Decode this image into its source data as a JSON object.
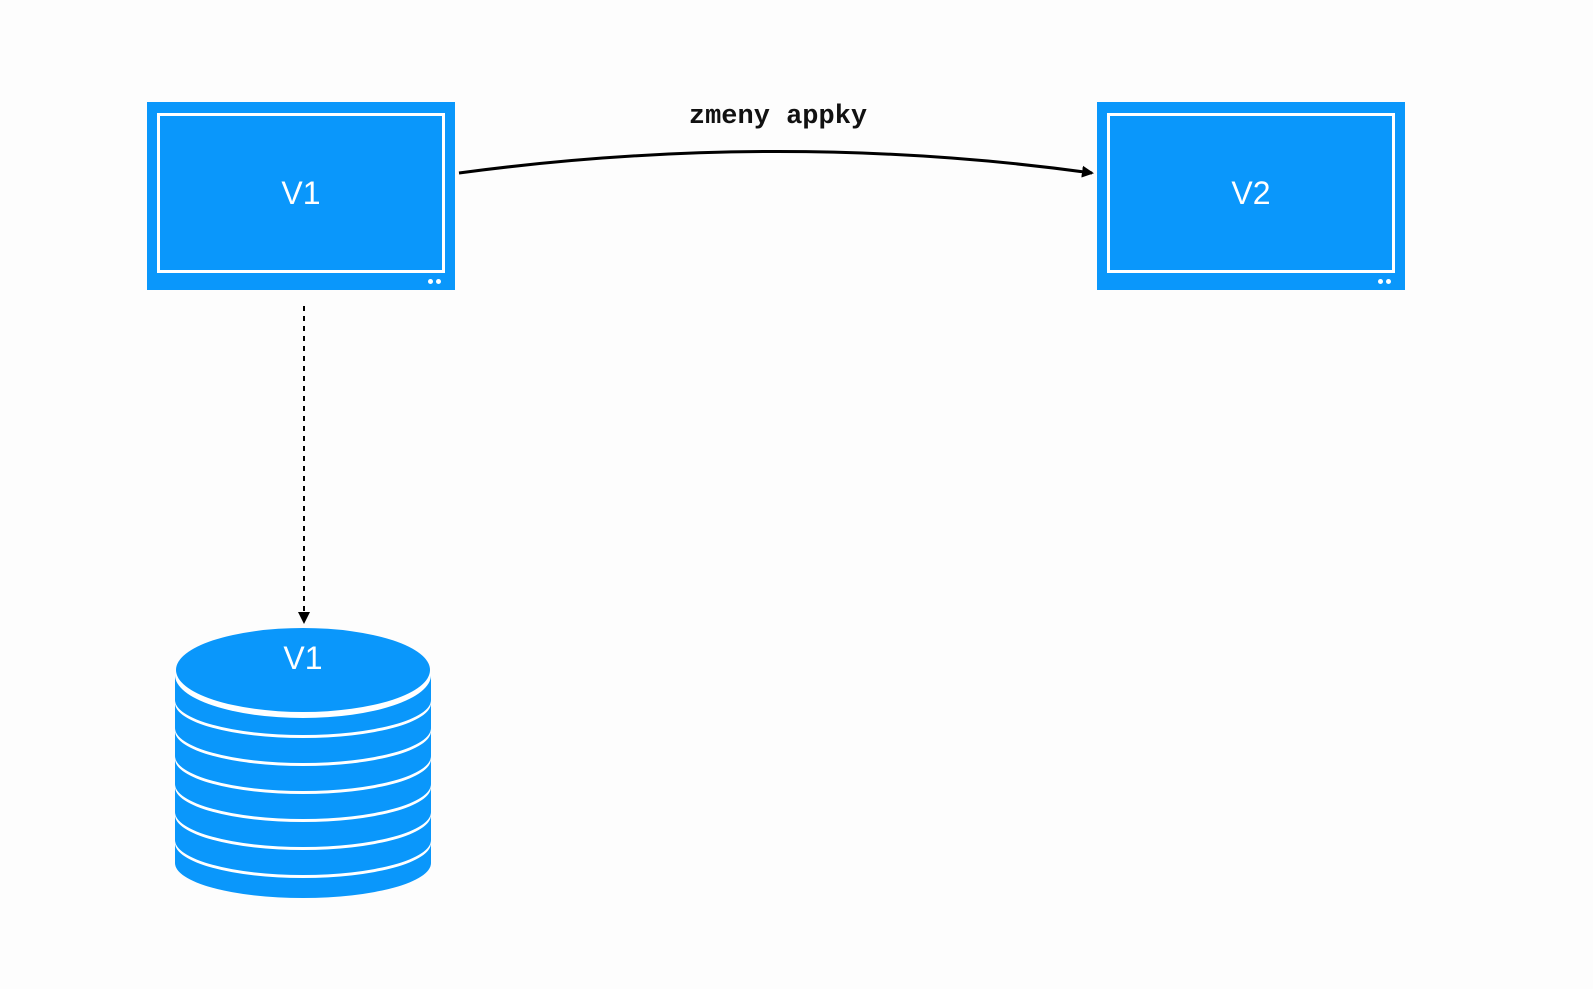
{
  "diagram": {
    "source_node": {
      "label": "V1"
    },
    "target_node": {
      "label": "V2"
    },
    "database": {
      "label": "V1"
    },
    "edge": {
      "label": "zmeny appky"
    }
  },
  "colors": {
    "node_fill": "#0a97fb",
    "node_text": "#ffffff",
    "edge": "#000000",
    "background": "#fdfdfd"
  }
}
